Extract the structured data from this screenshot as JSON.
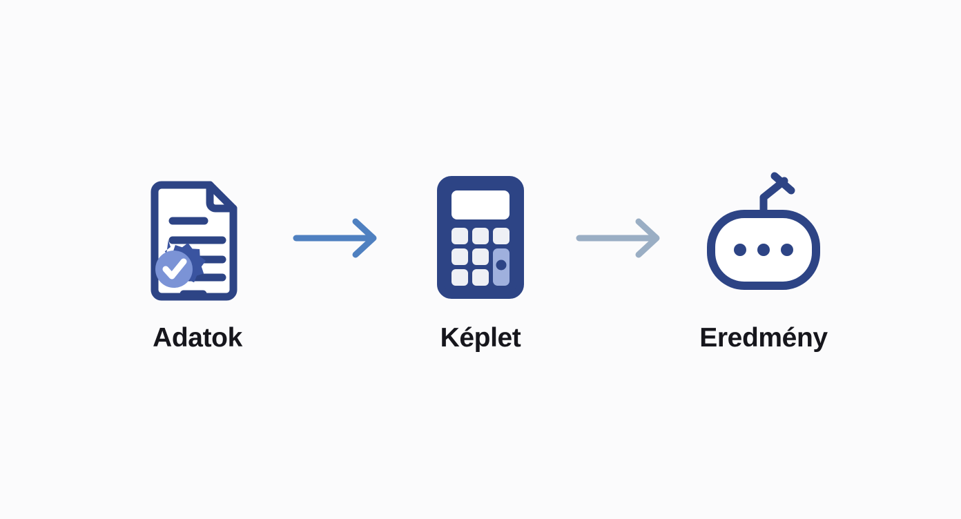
{
  "diagram": {
    "type": "horizontal-flow",
    "background_color": "#fbfbfc",
    "label_color": "#16161c",
    "steps": [
      {
        "id": "data",
        "label": "Adatok",
        "icon": "verified-document-icon",
        "icon_parts": [
          "document-sheet",
          "folded-corner",
          "text-lines",
          "verified-check-badge"
        ],
        "stroke_color": "#2d4485",
        "badge_outer_color": "#3a54a0",
        "badge_inner_color": "#7b93d6",
        "badge_check_color": "#ffffff"
      },
      {
        "id": "formula",
        "label": "Képlet",
        "icon": "calculator-icon",
        "icon_parts": [
          "body",
          "display-screen",
          "keypad-buttons",
          "highlighted-enter-button"
        ],
        "stroke_color": "#2d4485",
        "screen_color": "#ffffff",
        "key_color": "#eef0f5",
        "accent_key_color": "#9fb0dd"
      },
      {
        "id": "result",
        "label": "Eredmény",
        "icon": "robot-head-icon",
        "icon_parts": [
          "rounded-head",
          "antenna",
          "three-dots"
        ],
        "stroke_color": "#2d4485",
        "dot_color": "#2d4485"
      }
    ],
    "arrows": [
      {
        "id": "arrow-data-to-formula",
        "from": "data",
        "to": "formula",
        "color": "#4f80c0",
        "direction": "right"
      },
      {
        "id": "arrow-formula-to-result",
        "from": "formula",
        "to": "result",
        "color": "#9aaec4",
        "direction": "right"
      }
    ]
  }
}
